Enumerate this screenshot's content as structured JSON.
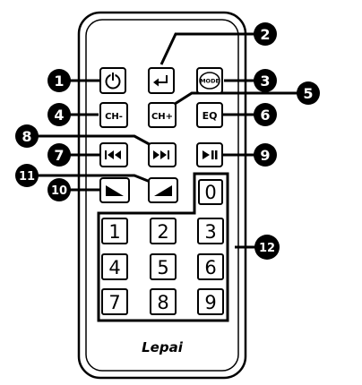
{
  "remote": {
    "brand": "Lepai",
    "buttons": {
      "power_icon": "power-icon",
      "back_icon": "return-arrow-icon",
      "mode": "MODE",
      "ch_minus": "CH-",
      "ch_plus": "CH+",
      "eq": "EQ",
      "prev_icon": "rewind-icon",
      "next_icon": "fast-forward-icon",
      "play_pause_icon": "play-pause-icon",
      "vol_down_icon": "volume-down-ramp-icon",
      "vol_up_icon": "volume-up-ramp-icon"
    },
    "digits": [
      "0",
      "1",
      "2",
      "3",
      "4",
      "5",
      "6",
      "7",
      "8",
      "9"
    ]
  },
  "callouts": [
    "1",
    "2",
    "3",
    "4",
    "5",
    "6",
    "7",
    "8",
    "9",
    "10",
    "11",
    "12"
  ],
  "colors": {
    "ink": "#000000",
    "body": "#ffffff",
    "callout_fill": "#000000",
    "callout_text": "#ffffff"
  }
}
